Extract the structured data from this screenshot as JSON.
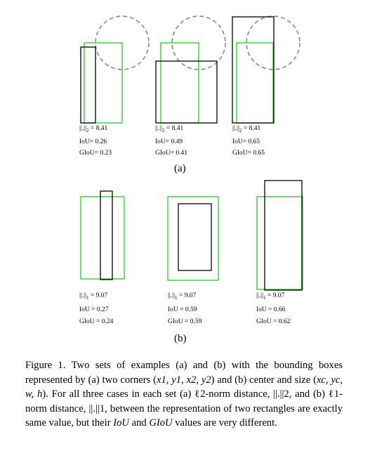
{
  "panels": [
    {
      "label": "(a)",
      "norm_symbol": "||.||",
      "norm_subscript": "2",
      "cases": [
        {
          "norm_value": " = 8.41",
          "iou": "IoU= 0.26",
          "giou": "GIoU= 0.23"
        },
        {
          "norm_value": " = 8.41",
          "iou": "IoU= 0.49",
          "giou": "GIoU= 0.41"
        },
        {
          "norm_value": " = 8.41",
          "iou": "IoU= 0.65",
          "giou": "GIoU= 0.65"
        }
      ]
    },
    {
      "label": "(b)",
      "norm_symbol": "||.||",
      "norm_subscript": "1",
      "cases": [
        {
          "norm_value": " = 9.07",
          "iou": "IoU = 0.27",
          "giou": "GIoU = 0.24"
        },
        {
          "norm_value": " = 9.07",
          "iou": "IoU = 0.59",
          "giou": "GIoU = 0.59"
        },
        {
          "norm_value": " = 9.07",
          "iou": "IoU = 0.66",
          "giou": "GIoU = 0.62"
        }
      ]
    }
  ],
  "caption": {
    "prefix": "Figure 1.",
    "text_1": " Two sets of examples (a) and (b) with the bounding boxes represented by (a) two corners (",
    "corners": "x1, y1, x2, y2",
    "text_2": ") and (b) center and size (",
    "center_size": "xc, yc, w, h",
    "text_3": "). For all three cases in each set (a) ℓ2-norm distance, ||.||2, and (b) ℓ1-norm distance, ||.||1, between the representation of two rectangles are exactly same value, but their ",
    "iou": "IoU",
    "text_4": " and ",
    "giou": "GIoU",
    "text_5": " values are very different."
  },
  "colors": {
    "ground_truth": "#22cc22",
    "prediction": "#000000",
    "circle": "#888888"
  }
}
